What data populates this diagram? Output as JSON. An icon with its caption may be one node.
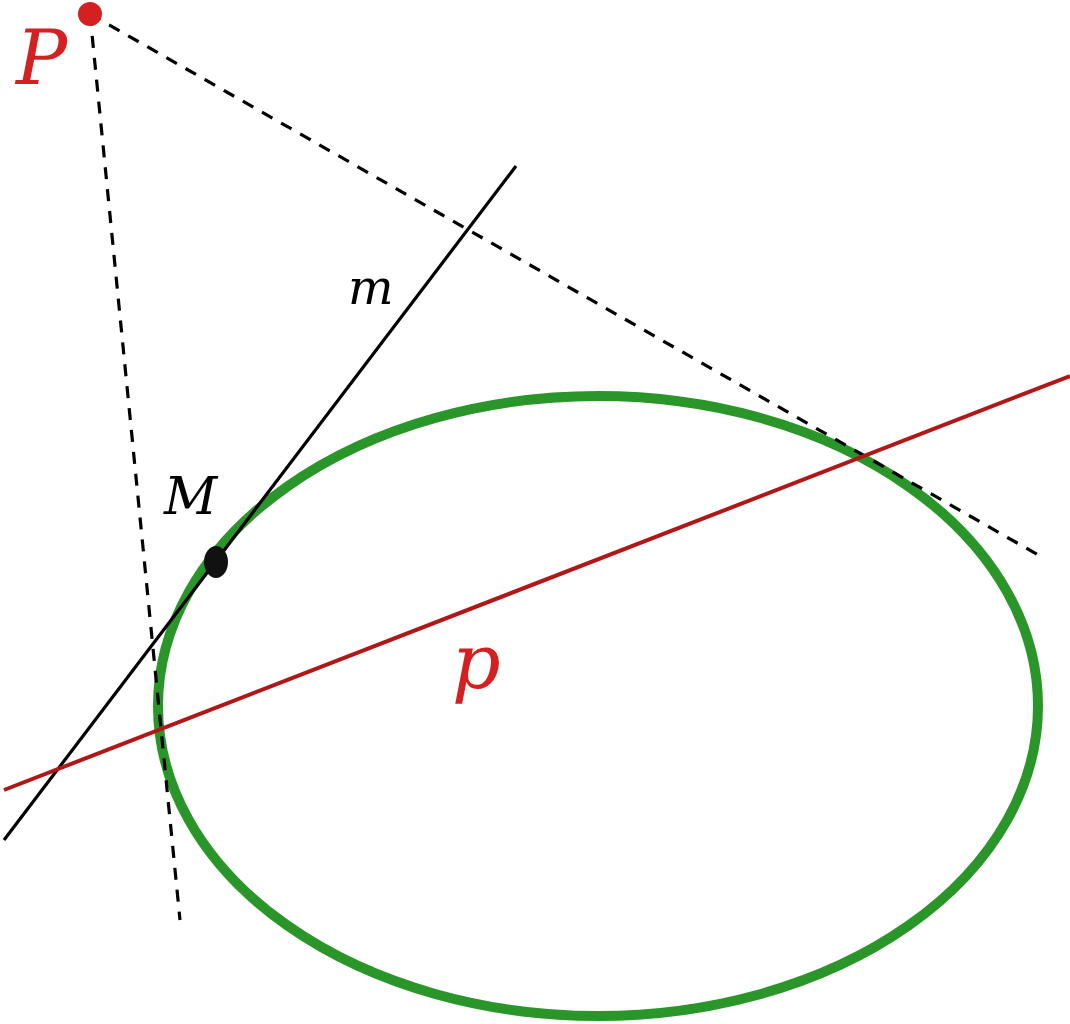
{
  "diagram": {
    "labels": [
      "P",
      "m",
      "M",
      "p"
    ]
  }
}
